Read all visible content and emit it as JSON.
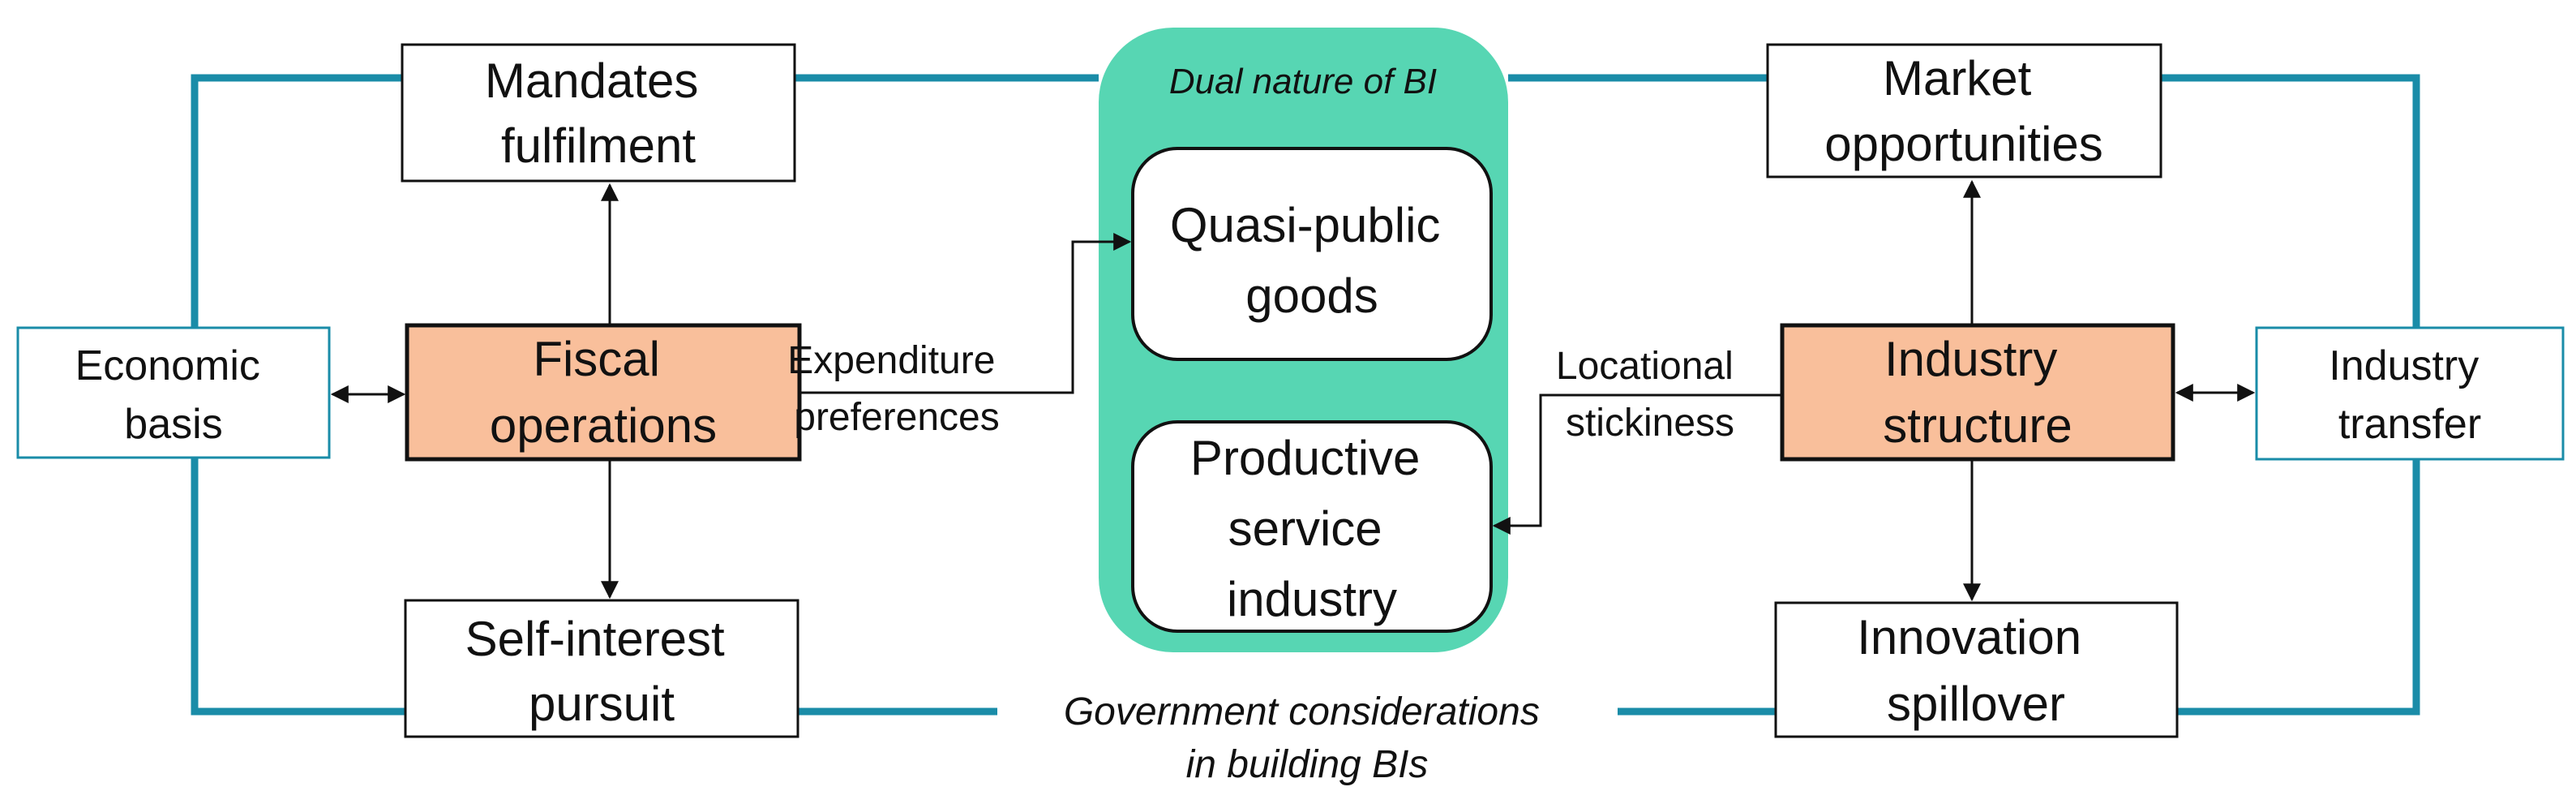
{
  "colors": {
    "frame_line": "#1a8ca8",
    "central_panel": "#57d6b3",
    "highlight_box": "#f9bf9b",
    "arrow": "#111111",
    "box_border": "#111111",
    "side_box_border": "#1a8ca8"
  },
  "central_panel": {
    "title": "Dual nature of BI",
    "quasi_public_goods": [
      "Quasi-public",
      "goods"
    ],
    "productive_service_industry": [
      "Productive",
      "service",
      "industry"
    ]
  },
  "left": {
    "mandates_fulfilment": [
      "Mandates",
      "fulfilment"
    ],
    "fiscal_operations": [
      "Fiscal",
      "operations"
    ],
    "self_interest_pursuit": [
      "Self-interest",
      "pursuit"
    ],
    "economic_basis": [
      "Economic",
      "basis"
    ],
    "expenditure_preferences": [
      "Expenditure",
      "preferences"
    ]
  },
  "right": {
    "market_opportunities": [
      "Market",
      "opportunities"
    ],
    "industry_structure": [
      "Industry",
      "structure"
    ],
    "innovation_spillover": [
      "Innovation",
      "spillover"
    ],
    "industry_transfer": [
      "Industry",
      "transfer"
    ],
    "locational_stickiness": [
      "Locational",
      "stickiness"
    ]
  },
  "footer": {
    "caption": [
      "Government considerations",
      "in building BIs"
    ]
  }
}
